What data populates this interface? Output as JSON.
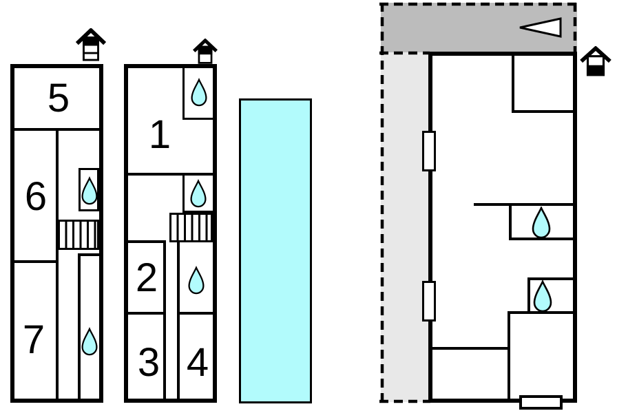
{
  "page": {
    "type": "floor-plan"
  },
  "colors": {
    "wall": "#000000",
    "background": "#ffffff",
    "water": "#b2fbfc",
    "terrace_dark": "#bcbcbc",
    "terrace_light": "#e8e8e8"
  },
  "houses": {
    "left": {
      "rooms": [
        {
          "label": "5"
        },
        {
          "label": "6"
        },
        {
          "label": "7"
        }
      ],
      "features": [
        "fireplace-icon",
        "water-drop-icon",
        "water-drop-icon",
        "staircase"
      ]
    },
    "middle": {
      "rooms": [
        {
          "label": "1"
        },
        {
          "label": "2"
        },
        {
          "label": "3"
        },
        {
          "label": "4"
        }
      ],
      "features": [
        "fireplace-icon",
        "water-drop-icon",
        "water-drop-icon",
        "water-drop-icon",
        "staircase"
      ]
    },
    "right": {
      "rooms": [],
      "features": [
        "terrace",
        "direction-arrow-icon",
        "fireplace-icon",
        "water-drop-icon",
        "water-drop-icon",
        "window",
        "window",
        "door"
      ]
    }
  },
  "pool": {
    "fill": "water"
  }
}
